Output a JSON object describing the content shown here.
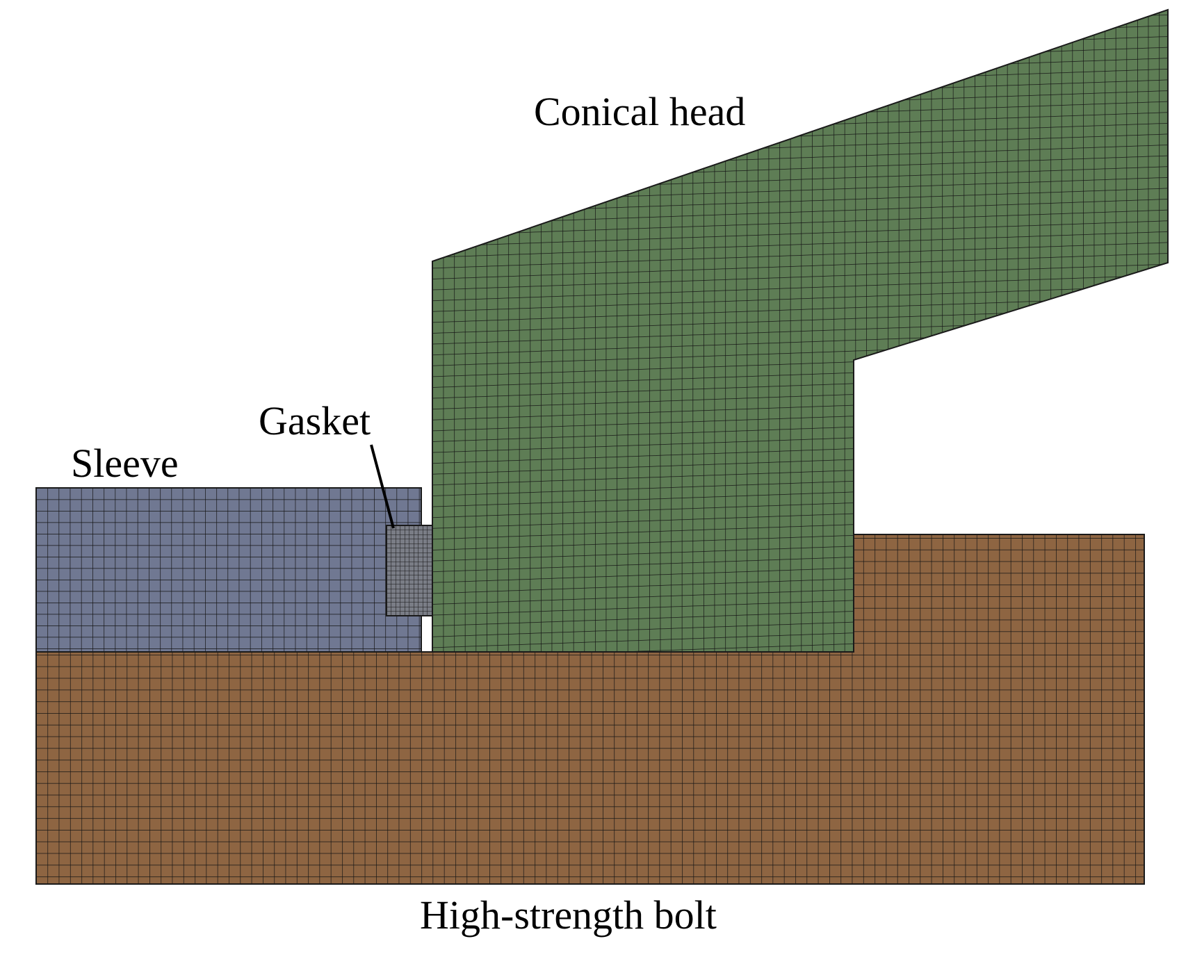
{
  "labels": {
    "conical_head": "Conical head",
    "gasket": "Gasket",
    "sleeve": "Sleeve",
    "bolt": "High-strength bolt"
  },
  "colors": {
    "conical_head": "#5e7d55",
    "sleeve": "#707892",
    "gasket": "#7a7d86",
    "bolt": "#8e6542",
    "mesh_line": "#151515",
    "background": "#ffffff"
  }
}
